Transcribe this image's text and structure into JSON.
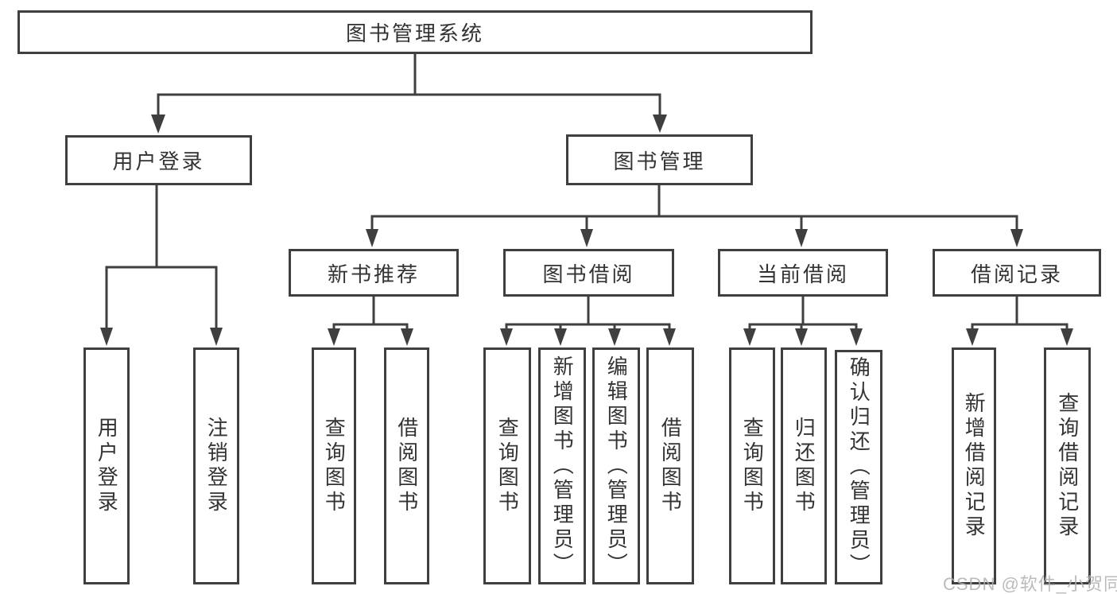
{
  "tree": {
    "label": "图书管理系统",
    "children": [
      {
        "label": "用户登录",
        "children": [
          {
            "label": "用户登录"
          },
          {
            "label": "注销登录"
          }
        ]
      },
      {
        "label": "图书管理",
        "children": [
          {
            "label": "新书推荐",
            "children": [
              {
                "label": "查询图书"
              },
              {
                "label": "借阅图书"
              }
            ]
          },
          {
            "label": "图书借阅",
            "children": [
              {
                "label": "查询图书"
              },
              {
                "label": "新增图书（管理员）"
              },
              {
                "label": "编辑图书（管理员）"
              },
              {
                "label": "借阅图书"
              }
            ]
          },
          {
            "label": "当前借阅",
            "children": [
              {
                "label": "查询图书"
              },
              {
                "label": "归还图书"
              },
              {
                "label": "确认归还（管理员）"
              }
            ]
          },
          {
            "label": "借阅记录",
            "children": [
              {
                "label": "新增借阅记录"
              },
              {
                "label": "查询借阅记录"
              }
            ]
          }
        ]
      }
    ]
  },
  "watermark": "CSDN @软件_小贺同学",
  "colors": {
    "line": "#3f3f3f",
    "text": "#333333",
    "watermark": "#afafaf",
    "background": "#ffffff"
  }
}
